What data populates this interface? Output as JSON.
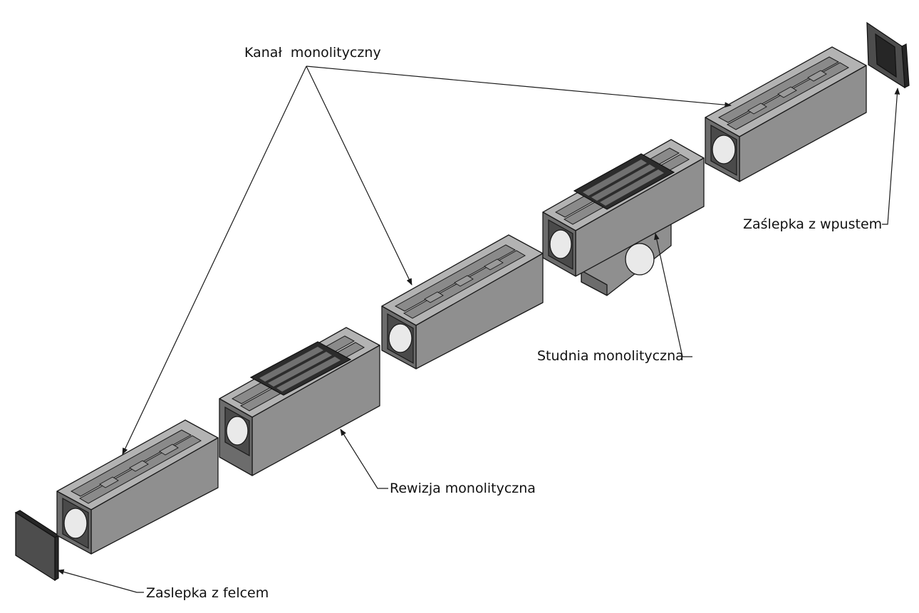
{
  "labels": {
    "kanal": "Kanał  monolityczny",
    "studnia": "Studnia monolityczna",
    "rewizja": "Rewizja monolityczna",
    "zaslepka_wpust": "Zaślepka z wpustem",
    "zaslepka_felc": "Zaslepka z felcem"
  },
  "colors": {
    "top_face": "#b3b3b3",
    "side_face": "#8f8f8f",
    "front_face": "#6c6c6c",
    "grate": "#2c2c2c",
    "line": "#1a1a1a"
  }
}
